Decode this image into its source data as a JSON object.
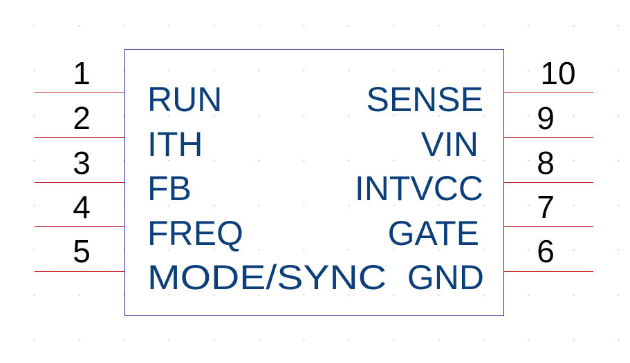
{
  "component": {
    "body_color": "#2a2a9a",
    "pin_line_color": "#c0202a",
    "pin_name_color": "#0c3f7a",
    "pin_number_color": "#000000",
    "left_pins": [
      {
        "number": "1",
        "name": "RUN"
      },
      {
        "number": "2",
        "name": "ITH"
      },
      {
        "number": "3",
        "name": "FB"
      },
      {
        "number": "4",
        "name": "FREQ"
      },
      {
        "number": "5",
        "name": "MODE/SYNC"
      }
    ],
    "right_pins": [
      {
        "number": "10",
        "name": "SENSE"
      },
      {
        "number": "9",
        "name": "VIN"
      },
      {
        "number": "8",
        "name": "INTVCC"
      },
      {
        "number": "7",
        "name": "GATE"
      },
      {
        "number": "6",
        "name": "GND"
      }
    ]
  }
}
